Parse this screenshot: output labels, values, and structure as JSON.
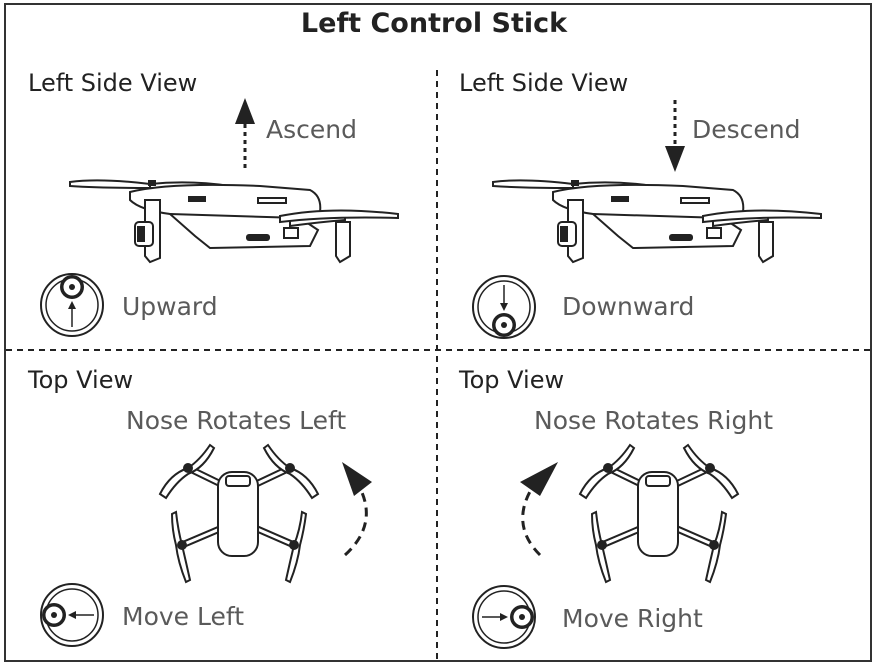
{
  "title": "Left Control Stick",
  "panels": {
    "tl": {
      "view": "Left Side View",
      "motion": "Ascend",
      "stick": "Upward"
    },
    "tr": {
      "view": "Left Side View",
      "motion": "Descend",
      "stick": "Downward"
    },
    "bl": {
      "view": "Top View",
      "motion": "Nose Rotates Left",
      "stick": "Move Left"
    },
    "br": {
      "view": "Top View",
      "motion": "Nose Rotates Right",
      "stick": "Move Right"
    }
  },
  "icons": {
    "drone_side": "drone-side-view-icon",
    "drone_top": "drone-top-view-icon",
    "stick": "control-stick-icon",
    "arrow_up": "arrow-up-icon",
    "arrow_down": "arrow-down-icon",
    "rotate_left": "rotate-ccw-arrow-icon",
    "rotate_right": "rotate-cw-arrow-icon"
  },
  "colors": {
    "line": "#222222",
    "label": "#5a5a5a"
  }
}
